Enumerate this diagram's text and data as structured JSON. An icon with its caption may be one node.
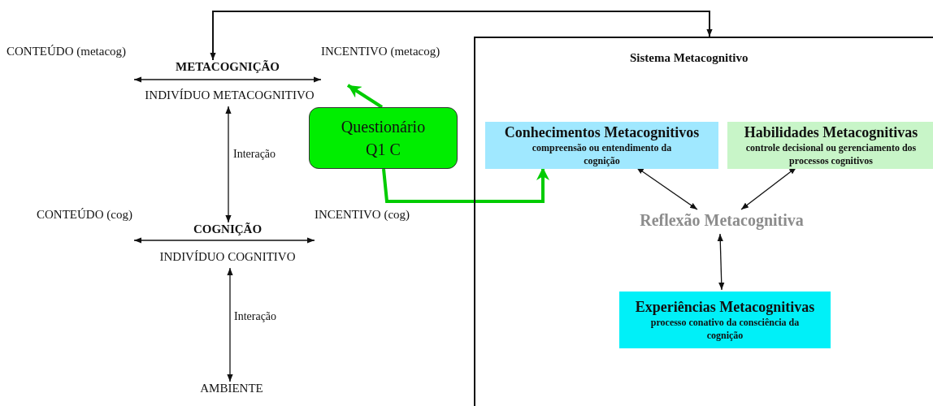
{
  "diagram": {
    "nodes": [
      {
        "text": [
          "CONTEÚDO (metacog)"
        ]
      },
      {
        "text": [
          "METACOGNIÇÃO"
        ]
      },
      {
        "text": [
          "INCENTIVO (metacog)"
        ]
      },
      {
        "text": [
          "INDIVÍDUO METACOGNITIVO"
        ]
      },
      {
        "text": [
          "Questionário Q1 C"
        ]
      },
      {
        "text": [
          "Sistema Metacognitivo"
        ]
      },
      {
        "text": [
          "Conhecimentos Metacognitivos",
          "compreensão ou entendimento da cognição"
        ],
        "in": 5
      },
      {
        "text": [
          "Habilidades Metacognitivas",
          "controle decisional ou gerenciamento dos processos cognitivos"
        ],
        "in": 5
      },
      {
        "text": [
          "CONTEÚDO (cog)"
        ]
      },
      {
        "text": [
          "COGNIÇÃO"
        ]
      },
      {
        "text": [
          "INCENTIVO (cog)"
        ]
      },
      {
        "text": [
          "INDIVÍDUO COGNITIVO"
        ]
      },
      {
        "text": [
          "Reflexão Metacognitiva"
        ],
        "in": 5
      },
      {
        "text": [
          "Experiências Metacognitivas",
          "processo conativo da consciência da cognição"
        ],
        "in": 5
      },
      {
        "text": [
          "AMBIENTE"
        ]
      }
    ],
    "edges": [
      {
        "from": 1,
        "to": 5,
        "arrow": "both"
      },
      {
        "from": 0,
        "to": 2,
        "arrow": "both"
      },
      {
        "from": 3,
        "to": 9,
        "arrow": "both",
        "label": "Interação"
      },
      {
        "from": 4,
        "to": 2,
        "arrow": "to",
        "style": "thick",
        "color": "#00cc00"
      },
      {
        "from": 4,
        "to": 6,
        "arrow": "to",
        "style": "thick",
        "color": "#00cc00"
      },
      {
        "from": 8,
        "to": 10,
        "arrow": "both"
      },
      {
        "from": 11,
        "to": 14,
        "arrow": "both",
        "label": "Interação"
      },
      {
        "from": 6,
        "to": 12,
        "arrow": "both"
      },
      {
        "from": 7,
        "to": 12,
        "arrow": "both"
      },
      {
        "from": 12,
        "to": 13,
        "arrow": "both"
      }
    ]
  }
}
